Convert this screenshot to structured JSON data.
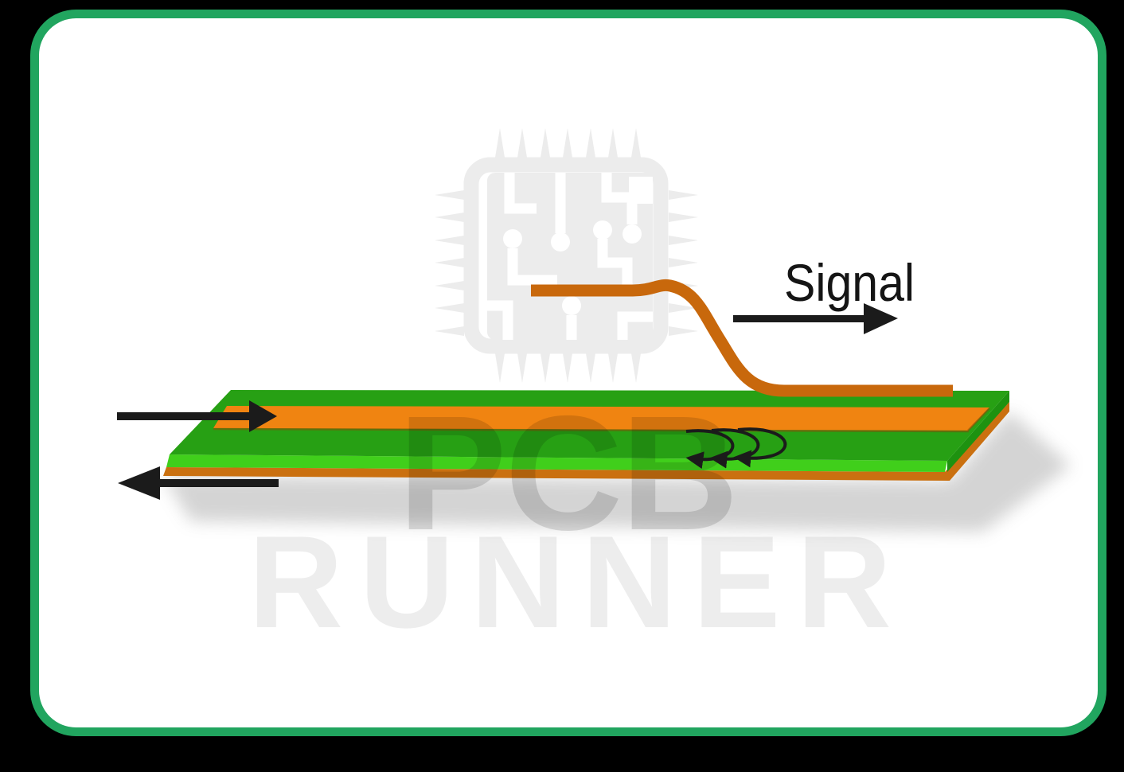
{
  "page": {
    "background": "#000000"
  },
  "card": {
    "background": "#ffffff",
    "border_color": "#21a55f"
  },
  "watermark": {
    "chip_color": "#ececec",
    "line1": "PCB",
    "line1_color": "rgba(0,0,0,0.13)",
    "line2": "RUNNER",
    "line2_color": "rgba(0,0,0,0.07)"
  },
  "diagram": {
    "signal_label": "Signal",
    "signal_label_color": "#151515",
    "colors": {
      "board_top": "#27a014",
      "board_front": "#40cf1b",
      "board_side": "#1e9210",
      "ground_plane": "#ca7010",
      "microstrip": "#f08411",
      "trace_dark": "#c8680c",
      "trace_edge_shadow": "#8a4a06",
      "arrow_ink": "#1b1b1b",
      "shadow": "#9a9a9a"
    }
  }
}
